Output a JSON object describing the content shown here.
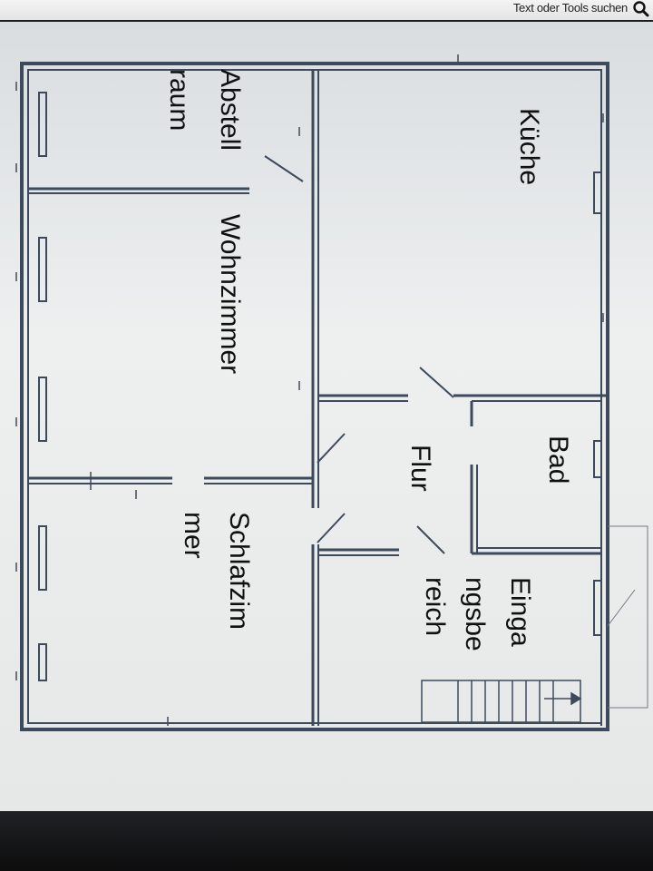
{
  "toolbar": {
    "search_text": "Text oder Tools suchen",
    "search_icon": "magnifier-icon"
  },
  "rooms": {
    "kueche": "Küche",
    "abstell_1": "Abstell",
    "abstell_2": "raum",
    "wohnzimmer": "Wohnzimmer",
    "flur": "Flur",
    "bad": "Bad",
    "schlafzimmer_1": "Schlafzim",
    "schlafzimmer_2": "mer",
    "eingang_1": "Einga",
    "eingang_2": "ngsbe",
    "eingang_3": "reich"
  },
  "colors": {
    "wall": "#3d4a5c",
    "sheet": "#eceeee",
    "label": "#101010"
  }
}
